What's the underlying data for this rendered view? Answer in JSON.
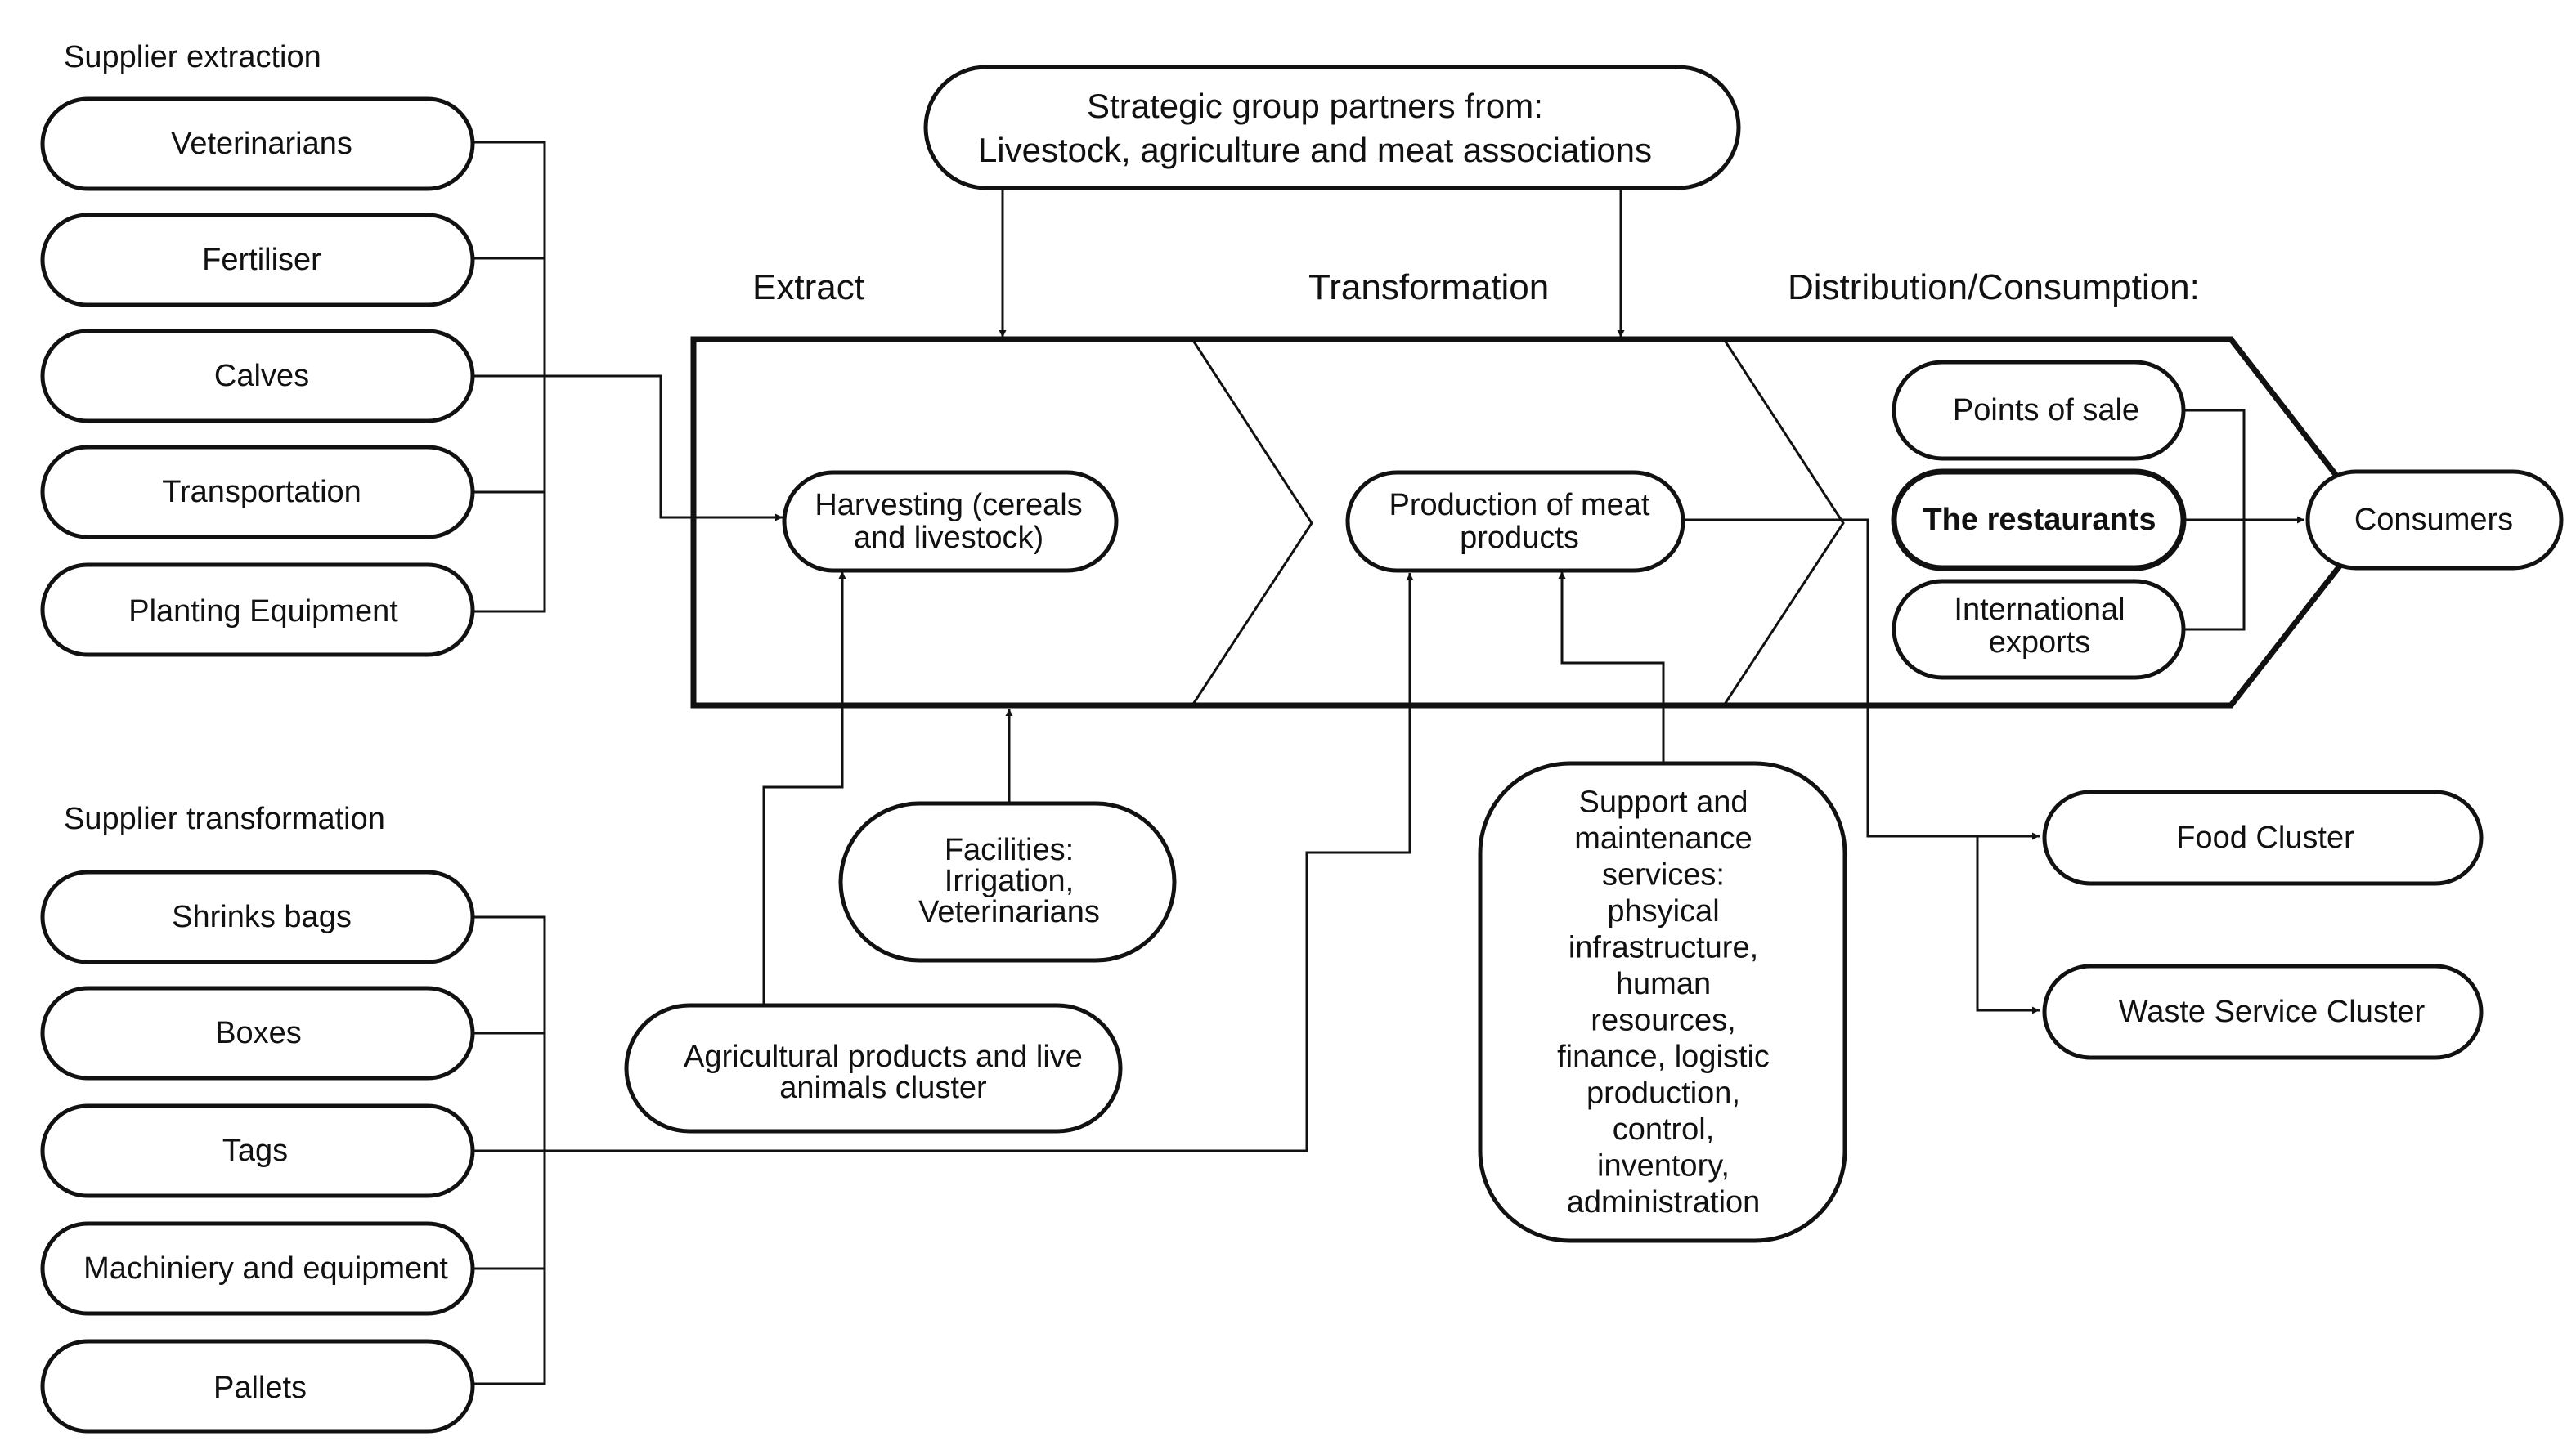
{
  "headings": {
    "supplier_extraction": "Supplier extraction",
    "supplier_transformation": "Supplier transformation"
  },
  "stages": {
    "extract": "Extract",
    "transformation": "Transformation",
    "distribution": "Distribution/Consumption:"
  },
  "nodes": {
    "veterinarians": [
      "Veterinarians"
    ],
    "fertiliser": [
      "Fertiliser"
    ],
    "calves": [
      "Calves"
    ],
    "transportation": [
      "Transportation"
    ],
    "planting_equipment": [
      "Planting Equipment"
    ],
    "shrinks_bags": [
      "Shrinks bags"
    ],
    "boxes": [
      "Boxes"
    ],
    "tags": [
      "Tags"
    ],
    "machinery": [
      "Machiniery and equipment"
    ],
    "pallets": [
      "Pallets"
    ],
    "strategic_partners": [
      "Strategic group partners from:",
      "Livestock, agriculture and meat associations"
    ],
    "harvesting": [
      "Harvesting (cereals",
      "and livestock)"
    ],
    "production": [
      "Production of meat",
      "products"
    ],
    "points_of_sale": [
      "Points of sale"
    ],
    "restaurants": [
      "The restaurants"
    ],
    "international_exports": [
      "International",
      "exports"
    ],
    "consumers": [
      "Consumers"
    ],
    "facilities": [
      "Facilities:",
      "Irrigation,",
      "Veterinarians"
    ],
    "agricultural_cluster": [
      "Agricultural products and live",
      "animals cluster"
    ],
    "support_services": [
      "Support and",
      "maintenance",
      "services:",
      "phsyical",
      "infrastructure,",
      "human",
      "resources,",
      "finance, logistic",
      "production,",
      "control,",
      "inventory,",
      "administration"
    ],
    "food_cluster": [
      "Food Cluster"
    ],
    "waste_cluster": [
      "Waste Service Cluster"
    ]
  }
}
